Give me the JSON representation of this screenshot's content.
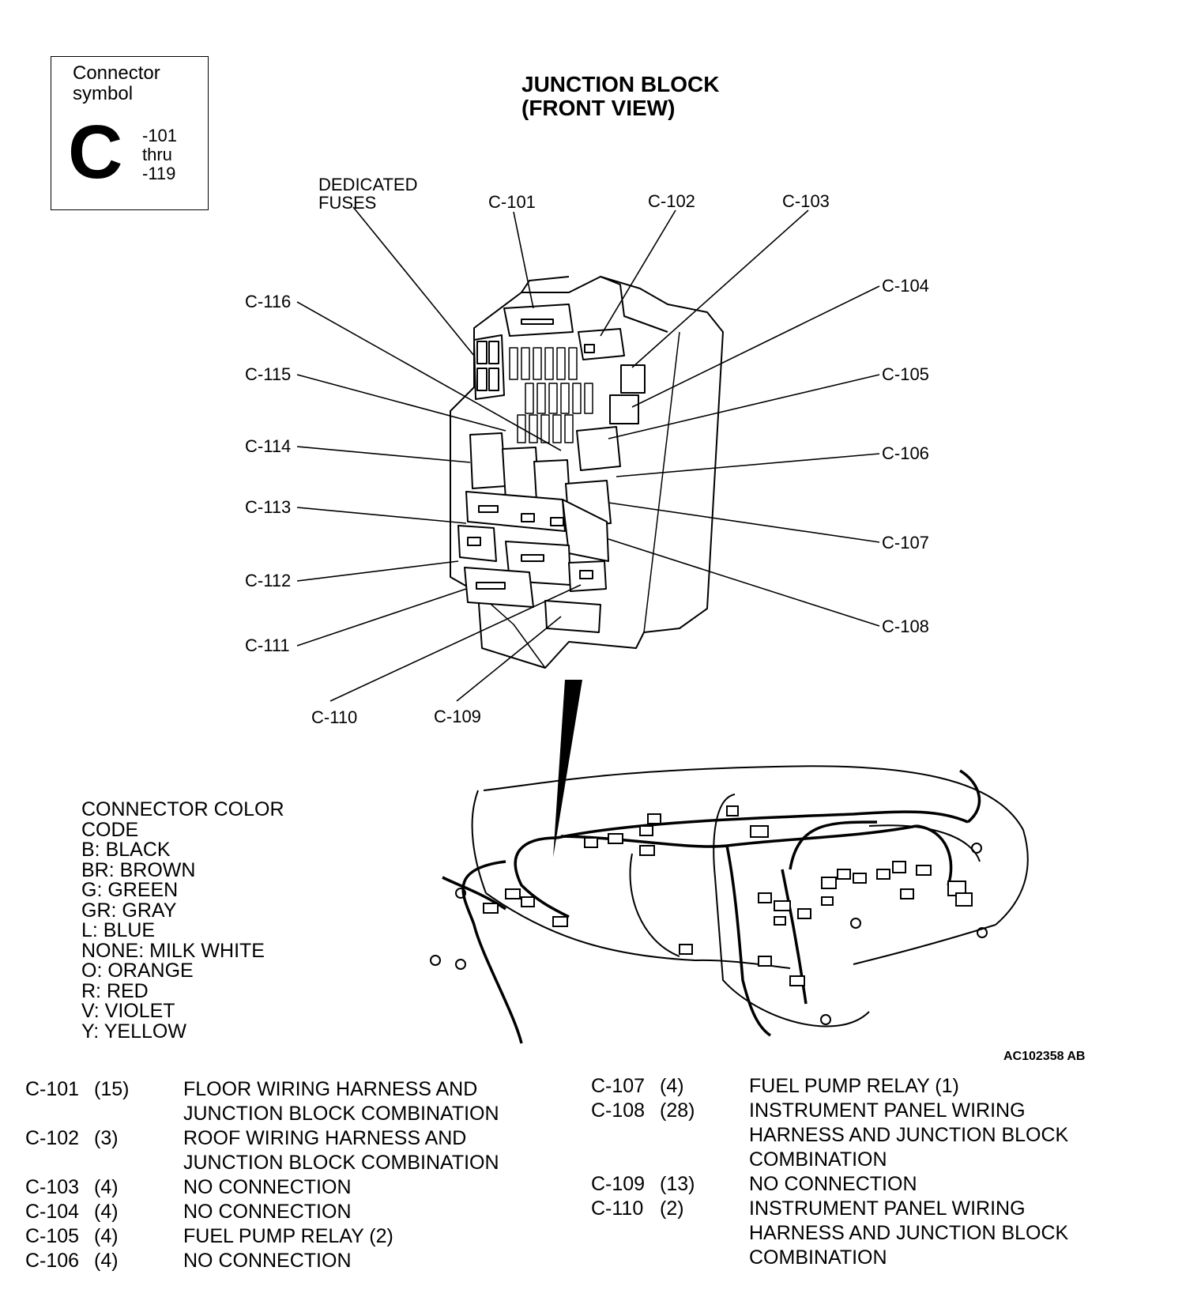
{
  "symbol": {
    "label": "Connector\nsymbol",
    "letter": "C",
    "range": "-101\nthru\n-119"
  },
  "title": "JUNCTION BLOCK\n(FRONT VIEW)",
  "callouts": {
    "dedicated_fuses": "DEDICATED\nFUSES",
    "c101": "C-101",
    "c102": "C-102",
    "c103": "C-103",
    "c104": "C-104",
    "c105": "C-105",
    "c106": "C-106",
    "c107": "C-107",
    "c108": "C-108",
    "c109": "C-109",
    "c110": "C-110",
    "c111": "C-111",
    "c112": "C-112",
    "c113": "C-113",
    "c114": "C-114",
    "c115": "C-115",
    "c116": "C-116"
  },
  "color_code": {
    "heading": "CONNECTOR COLOR\nCODE",
    "entries": [
      "B: BLACK",
      "BR: BROWN",
      "G: GREEN",
      "GR: GRAY",
      "L: BLUE",
      "NONE: MILK WHITE",
      "O: ORANGE",
      "R: RED",
      "V: VIOLET",
      "Y: YELLOW"
    ]
  },
  "image_code": "AC102358 AB",
  "connector_list_left": [
    {
      "code": "C-101",
      "pins": "(15)",
      "desc": "FLOOR WIRING HARNESS AND\nJUNCTION BLOCK COMBINATION"
    },
    {
      "code": "C-102",
      "pins": "(3)",
      "desc": "ROOF WIRING HARNESS AND\nJUNCTION BLOCK COMBINATION"
    },
    {
      "code": "C-103",
      "pins": "(4)",
      "desc": "NO CONNECTION"
    },
    {
      "code": "C-104",
      "pins": "(4)",
      "desc": "NO CONNECTION"
    },
    {
      "code": "C-105",
      "pins": "(4)",
      "desc": "FUEL PUMP RELAY (2)"
    },
    {
      "code": "C-106",
      "pins": "(4)",
      "desc": "NO CONNECTION"
    }
  ],
  "connector_list_right": [
    {
      "code": "C-107",
      "pins": "(4)",
      "desc": "FUEL PUMP RELAY (1)"
    },
    {
      "code": "C-108",
      "pins": "(28)",
      "desc": "INSTRUMENT PANEL WIRING\nHARNESS AND JUNCTION BLOCK\nCOMBINATION"
    },
    {
      "code": "C-109",
      "pins": "(13)",
      "desc": "NO CONNECTION"
    },
    {
      "code": "C-110",
      "pins": "(2)",
      "desc": "INSTRUMENT PANEL WIRING\nHARNESS AND JUNCTION BLOCK\nCOMBINATION"
    }
  ]
}
